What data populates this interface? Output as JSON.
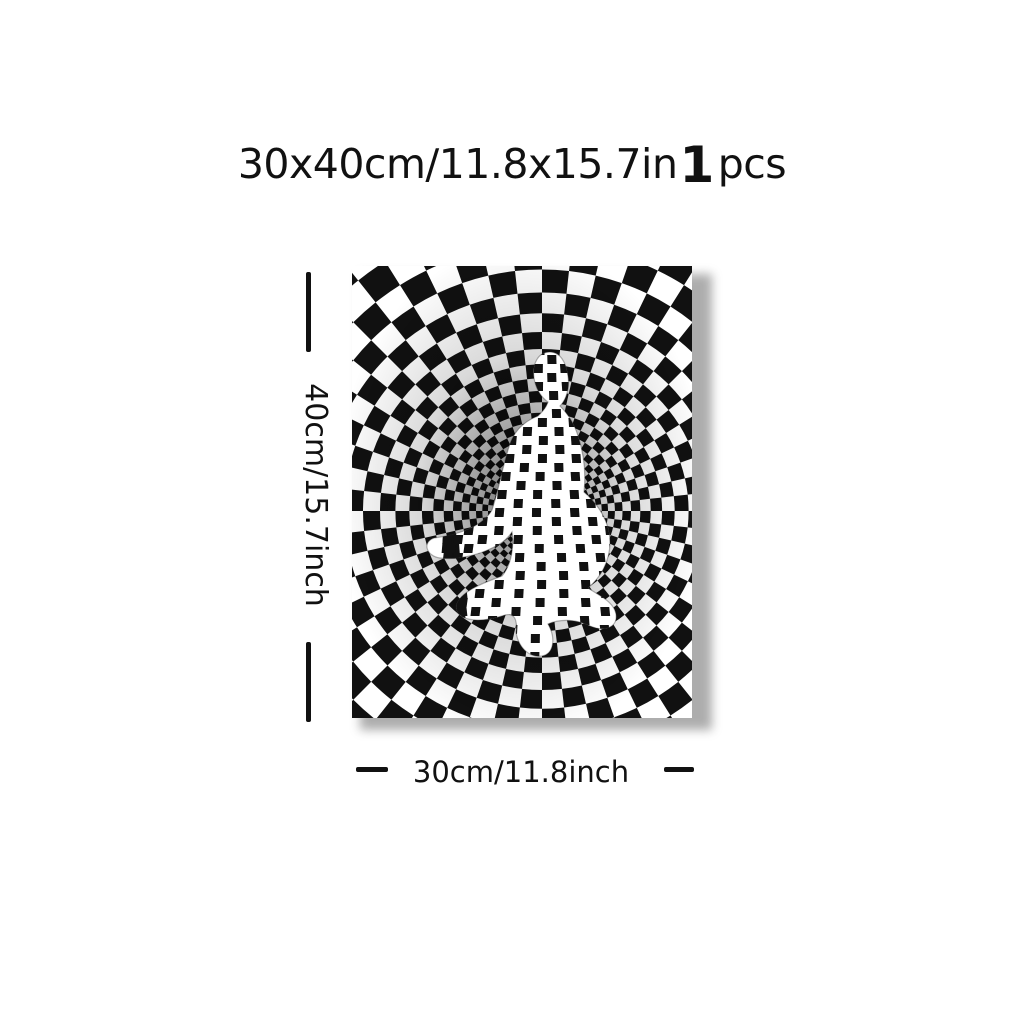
{
  "headline": {
    "size_text": "30x40cm/11.8x15.7in",
    "quantity": "1",
    "unit": "pcs"
  },
  "dimensions": {
    "height_label": "40cm/15.7inch",
    "width_label": "30cm/11.8inch"
  },
  "artwork": {
    "subject": "seated figure on checkered vortex",
    "colors": {
      "dark": "#111111",
      "light": "#ffffff"
    }
  }
}
